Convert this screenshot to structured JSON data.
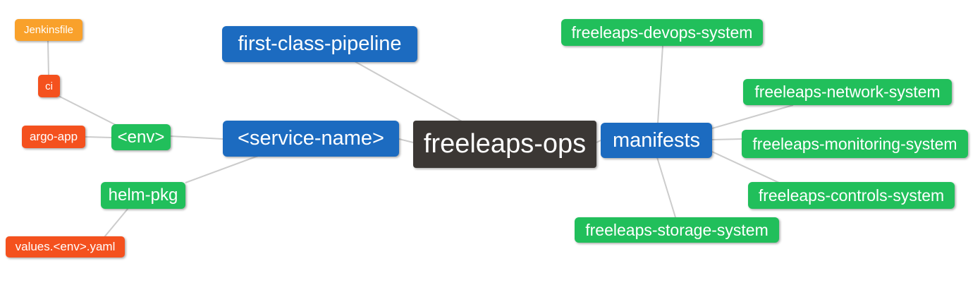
{
  "app": {
    "type": "mind-map",
    "root_label": "freeleaps-ops"
  },
  "palette": {
    "background": "#ffffff",
    "node_text": "#ffffff",
    "edge_color": "#cccccc",
    "branch_blue": "#1c6bc0",
    "leaf_green": "#21bf5b",
    "leaf_orange": "#f9a12b",
    "leaf_red": "#f4511e",
    "root_dark": "#3b3734"
  },
  "nodes": {
    "root": {
      "label": "freeleaps-ops",
      "color": "#3b3734"
    },
    "first_class_pipeline": {
      "label": "first-class-pipeline",
      "color": "#1c6bc0"
    },
    "service_name": {
      "label": "<service-name>",
      "color": "#1c6bc0"
    },
    "manifests": {
      "label": "manifests",
      "color": "#1c6bc0"
    },
    "env": {
      "label": "<env>",
      "color": "#21bf5b"
    },
    "helm_pkg": {
      "label": "helm-pkg",
      "color": "#21bf5b"
    },
    "jenkinsfile": {
      "label": "Jenkinsfile",
      "color": "#f9a12b"
    },
    "ci": {
      "label": "ci",
      "color": "#f4511e"
    },
    "argo_app": {
      "label": "argo-app",
      "color": "#f4511e"
    },
    "values_env_yaml": {
      "label": "values.<env>.yaml",
      "color": "#f4511e"
    },
    "devops_system": {
      "label": "freeleaps-devops-system",
      "color": "#21bf5b"
    },
    "network_system": {
      "label": "freeleaps-network-system",
      "color": "#21bf5b"
    },
    "monitoring_system": {
      "label": "freeleaps-monitoring-system",
      "color": "#21bf5b"
    },
    "controls_system": {
      "label": "freeleaps-controls-system",
      "color": "#21bf5b"
    },
    "storage_system": {
      "label": "freeleaps-storage-system",
      "color": "#21bf5b"
    }
  },
  "edges": [
    {
      "from": "jenkinsfile",
      "to": "ci"
    },
    {
      "from": "ci",
      "to": "env"
    },
    {
      "from": "argo_app",
      "to": "env"
    },
    {
      "from": "env",
      "to": "service_name"
    },
    {
      "from": "helm_pkg",
      "to": "service_name"
    },
    {
      "from": "values_env_yaml",
      "to": "helm_pkg"
    },
    {
      "from": "first_class_pipeline",
      "to": "root"
    },
    {
      "from": "service_name",
      "to": "root"
    },
    {
      "from": "root",
      "to": "manifests"
    },
    {
      "from": "manifests",
      "to": "devops_system"
    },
    {
      "from": "manifests",
      "to": "network_system"
    },
    {
      "from": "manifests",
      "to": "monitoring_system"
    },
    {
      "from": "manifests",
      "to": "controls_system"
    },
    {
      "from": "manifests",
      "to": "storage_system"
    }
  ]
}
